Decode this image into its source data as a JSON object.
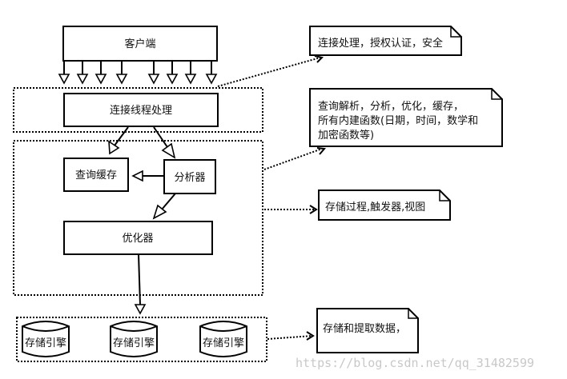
{
  "diagram": {
    "nodes": {
      "client": "客户端",
      "connection_threads": "连接线程处理",
      "query_cache": "查询缓存",
      "parser": "分析器",
      "optimizer": "优化器",
      "storage_engines": [
        "存储引擎",
        "存储引擎",
        "存储引擎"
      ]
    },
    "notes": {
      "connection": [
        "连接处理，授权认证，安全"
      ],
      "server": [
        "查询解析，分析，优化，缓存，",
        "所有内建函数(日期，时间，数学和",
        "加密函数等)"
      ],
      "cross_engine": [
        "存储过程,触发器,视图"
      ],
      "storage": [
        "存储和提取数据，"
      ]
    },
    "edges": [
      {
        "from": "client",
        "to": "connection_threads",
        "count": 8,
        "style": "solid"
      },
      {
        "from": "connection_threads",
        "to": "query_cache",
        "style": "solid"
      },
      {
        "from": "connection_threads",
        "to": "parser",
        "style": "solid"
      },
      {
        "from": "parser",
        "to": "query_cache",
        "style": "solid"
      },
      {
        "from": "parser",
        "to": "optimizer",
        "style": "solid"
      },
      {
        "from": "optimizer",
        "to": "storage_engines",
        "style": "solid"
      }
    ]
  },
  "watermark": "https://blog.csdn.net/qq_31482599"
}
